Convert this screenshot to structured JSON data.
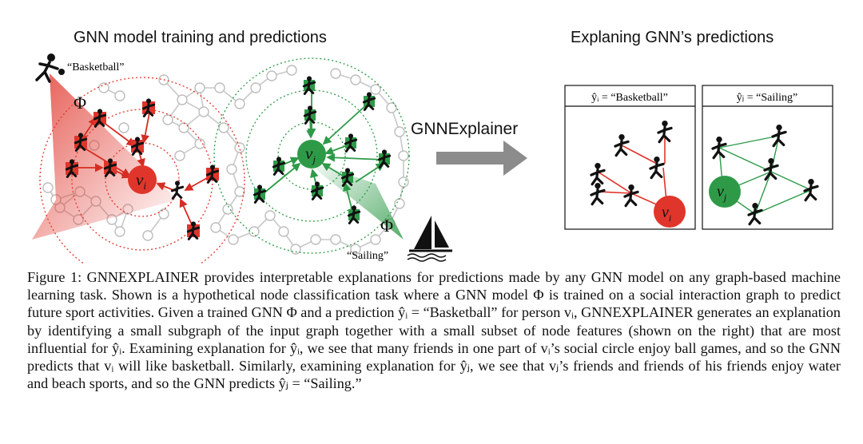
{
  "figure": {
    "left_title": "GNN model training and predictions",
    "right_title": "Explaning GNN’s predictions",
    "arrow_label": "GNNExplainer",
    "basketball_quote": "“Basketball”",
    "sailing_quote": "“Sailing”",
    "phi": "Φ",
    "vi": "v",
    "vi_sub": "i",
    "vj": "v",
    "vj_sub": "j",
    "panel_i_title": "ŷᵢ = “Basketball”",
    "panel_j_title": "ŷⱼ = “Sailing”",
    "colors": {
      "red": "#e0352b",
      "green": "#2e9a48",
      "grey": "#bdbdbd",
      "arrow": "#8c8c8c"
    }
  },
  "caption": {
    "label": "Figure 1: ",
    "s1a": "G",
    "s1b": "NN",
    "s1c": "E",
    "s1d": "XPLAINER",
    "s1e": " provides interpretable explanations for predictions made by any GNN model on any graph-based machine learning task. Shown is a hypothetical node classification task where a GNN model Φ is trained on a social interaction graph to predict future sport activities. Given a trained GNN Φ and a prediction ŷᵢ = “Basketball” for person vᵢ, ",
    "s2a": "G",
    "s2b": "NN",
    "s2c": "E",
    "s2d": "XPLAINER",
    "s2e": " generates an explanation by identifying a small subgraph of the input graph together with a small subset of node features (shown on the right) that are most influential for ŷᵢ. Examining explanation for ŷᵢ, we see that many friends in one part of vᵢ’s social circle enjoy ball games, and so the GNN predicts that vᵢ will like basketball. Similarly, examining explanation for ŷⱼ, we see that vⱼ’s friends and friends of his friends enjoy water and beach sports, and so the GNN predicts ŷⱼ = “Sailing.”"
  }
}
